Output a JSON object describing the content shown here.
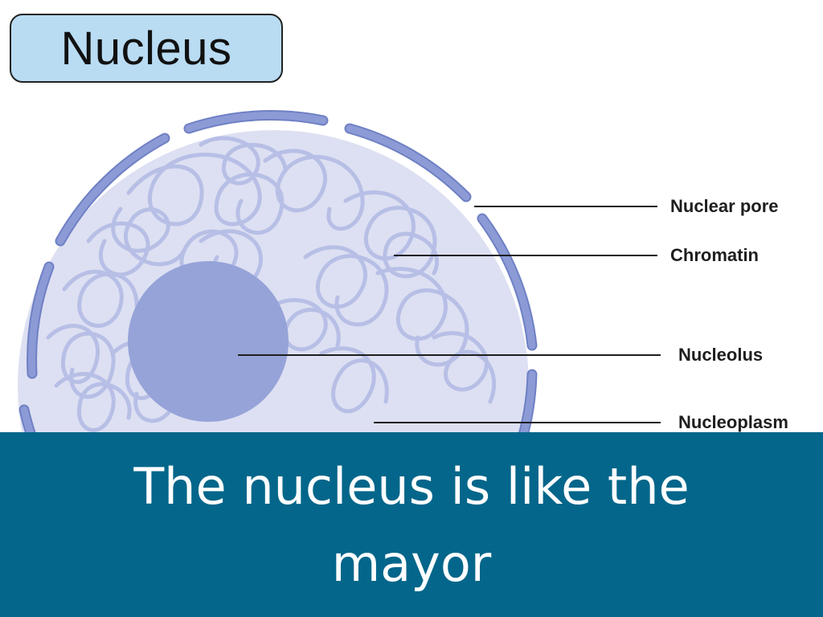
{
  "title": "Nucleus",
  "labels": {
    "nuclear_pore": "Nuclear pore",
    "chromatin": "Chromatin",
    "nucleolus": "Nucleolus",
    "nucleoplasm": "Nucleoplasm"
  },
  "caption": "The nucleus is like the mayor",
  "colors": {
    "title_fill": "#b9dcf3",
    "nucleoplasm": "#dde0f2",
    "envelope": "#8c9bd6",
    "chromatin": "#b7bfe6",
    "nucleolus": "#96a3d8",
    "caption_band": "#03668a"
  }
}
